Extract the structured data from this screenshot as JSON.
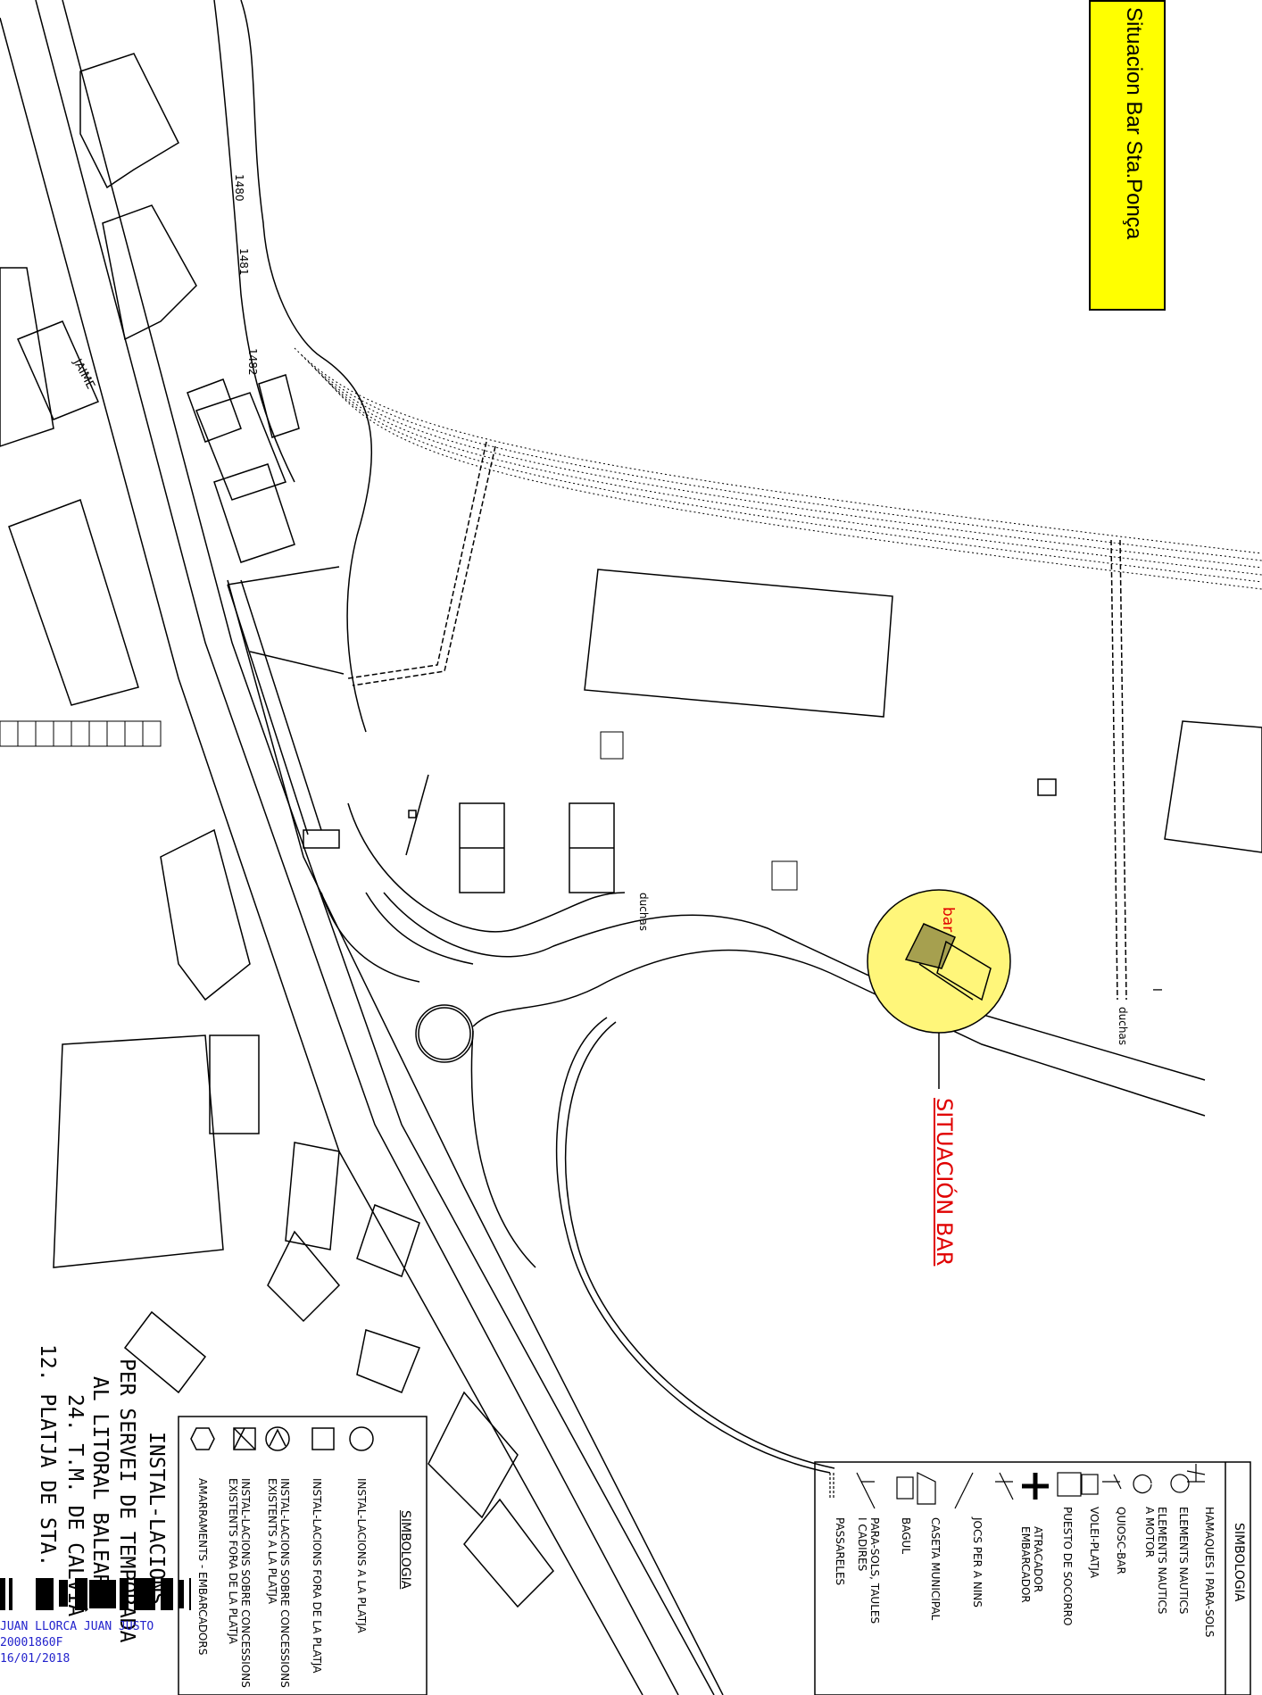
{
  "title": "Situacion Bar Sta.Ponça",
  "map": {
    "street_label": "JAIME",
    "parcel_numbers": [
      "1480",
      "1481",
      "1482"
    ],
    "duchas_label": "duchas",
    "bar_label": "bar",
    "situacion_label": "SITUACIÓN  BAR",
    "small_mark": "I"
  },
  "legend_right": {
    "title": "SIMBOLOGIA",
    "items": [
      "HAMAQUES I PARA-SOLS",
      "ELEMENTS NAUTICS",
      "ELEMENTS NAUTICS",
      "A MOTOR",
      "QUIOSC-BAR",
      "VOLEI-PLATJA",
      "PUESTO DE SOCORRO",
      "ATRACADOR",
      "EMBARCADOR",
      "JOCS PER A NINS",
      "CASETA MUNICIPAL",
      "BAGUL",
      "PARA-SOLS, TAULES",
      "I CADIRES",
      "PASSARELES"
    ]
  },
  "legend_left": {
    "title": "SIMBOLOGIA",
    "items": [
      "INSTAL-LACIONS A LA PLATJA",
      "INSTAL-LACIONS FORA DE LA PLATJA",
      "INSTAL-LACIONS SOBRE CONCESSIONS",
      "EXISTENTS A LA PLATJA",
      "INSTAL-LACIONS SOBRE CONCESSIONS",
      "EXISTENTS FORA DE LA PLATJA",
      "AMARRAMENTS - EMBARCADORS"
    ]
  },
  "project_text": [
    "INSTAL-LACIONS",
    "PER SERVEI DE TEMPORADA",
    "AL LITORAL BALEAR",
    "24. T.M. DE CALVIÀ",
    "12. PLATJA DE STA."
  ],
  "signature": {
    "name": "JUAN LLORCA JUAN JUSTO",
    "id": "20001860F",
    "date": "16/01/2018"
  },
  "colors": {
    "title_bg": "#ffff00",
    "bar_highlight": "#fff67a",
    "red": "#e00000",
    "sig_blue": "#2222cc"
  }
}
